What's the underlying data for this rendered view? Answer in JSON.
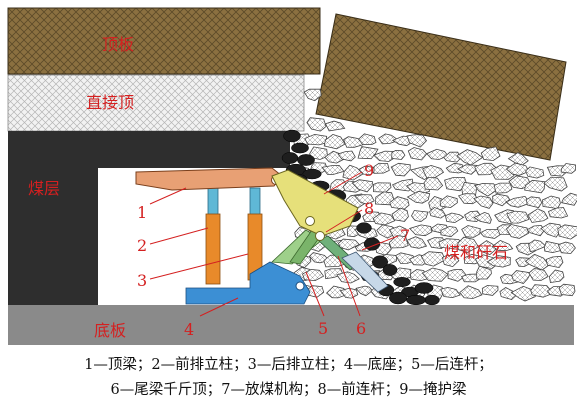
{
  "diagram": {
    "strata": {
      "roof": "顶板",
      "immediate_roof": "直接顶",
      "coal_seam": "煤层",
      "floor": "底板",
      "gangue": "煤和矸石"
    },
    "callouts": [
      "1",
      "2",
      "3",
      "4",
      "5",
      "6",
      "7",
      "8",
      "9"
    ],
    "colors": {
      "roof": "#8b7040",
      "coal_seam": "#2e2e2e",
      "floor": "#8a8a8a",
      "canopy": "#e8a074",
      "legs": "#e88a2a",
      "base": "#3c8fd4",
      "shield": "#e6e07a",
      "rear_link": "#9ed08a",
      "labels": "#d42020"
    }
  },
  "caption": {
    "line1": "1—顶梁；2—前排立柱；3—后排立柱；4—底座；5—后连杆；",
    "line2": "6—尾梁千斤顶；7—放煤机构；8—前连杆；9—掩护梁"
  }
}
